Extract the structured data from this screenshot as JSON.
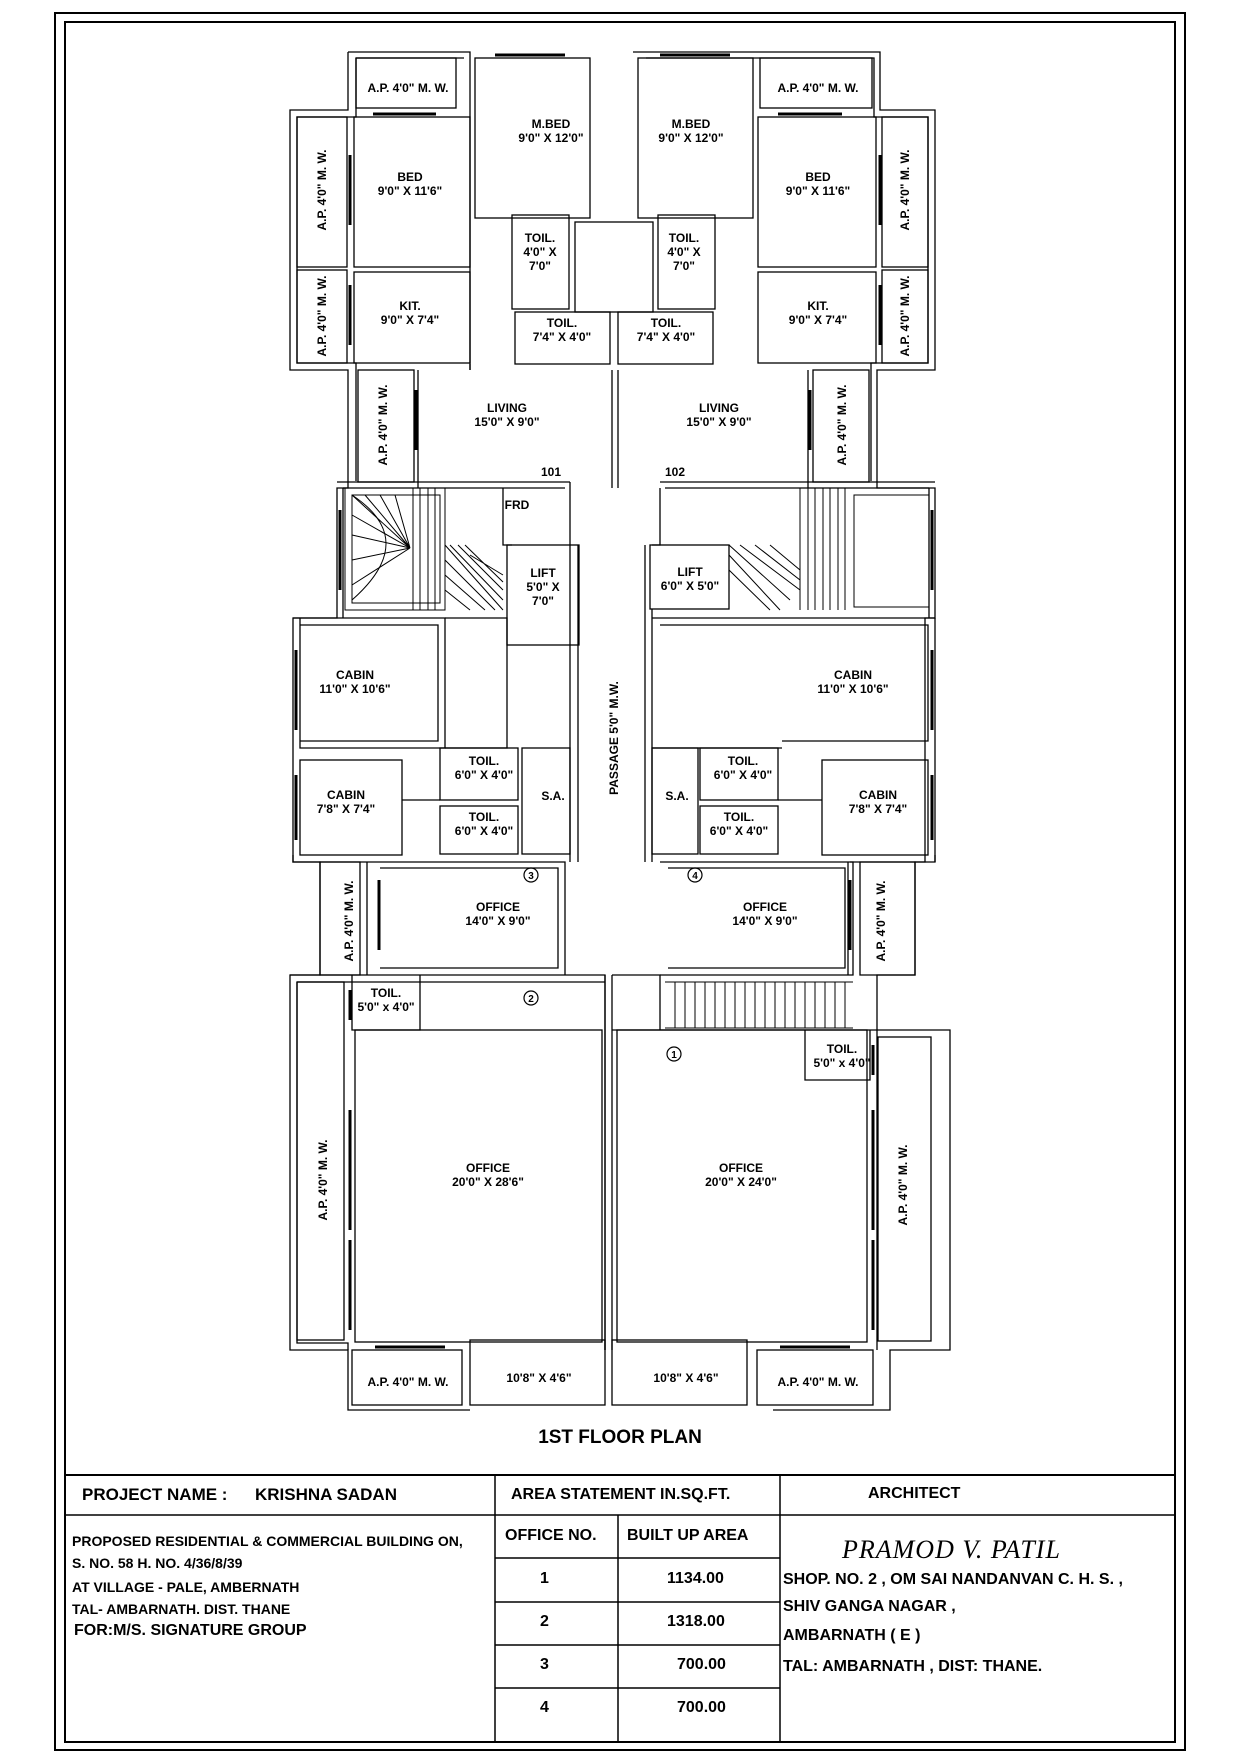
{
  "title": "1ST FLOOR PLAN",
  "rooms": [
    {
      "name": "A.P. 4'0\" M. W.",
      "dim": ""
    },
    {
      "name": "M.BED",
      "dim": "9'0\" X 12'0\""
    },
    {
      "name": "M.BED",
      "dim": "9'0\" X 12'0\""
    },
    {
      "name": "A.P. 4'0\" M. W.",
      "dim": ""
    },
    {
      "name": "A.P. 4'0\" M. W.",
      "dim": ""
    },
    {
      "name": "BED",
      "dim": "9'0\" X 11'6\""
    },
    {
      "name": "BED",
      "dim": "9'0\" X 11'6\""
    },
    {
      "name": "A.P. 4'0\" M. W.",
      "dim": ""
    },
    {
      "name": "TOIL.",
      "dim": "4'0\" X",
      "dim2": "7'0\""
    },
    {
      "name": "TOIL.",
      "dim": "4'0\" X",
      "dim2": "7'0\""
    },
    {
      "name": "A.P. 4'0\" M. W.",
      "dim": ""
    },
    {
      "name": "KIT.",
      "dim": "9'0\" X 7'4\""
    },
    {
      "name": "KIT.",
      "dim": "9'0\" X 7'4\""
    },
    {
      "name": "A.P. 4'0\" M. W.",
      "dim": ""
    },
    {
      "name": "TOIL.",
      "dim": "7'4\" X 4'0\""
    },
    {
      "name": "TOIL.",
      "dim": "7'4\" X 4'0\""
    },
    {
      "name": "A.P. 4'0\" M. W.",
      "dim": ""
    },
    {
      "name": "LIVING",
      "dim": "15'0\" X 9'0\""
    },
    {
      "name": "LIVING",
      "dim": "15'0\" X 9'0\""
    },
    {
      "name": "A.P. 4'0\" M. W.",
      "dim": ""
    },
    {
      "name": "FRD",
      "dim": ""
    },
    {
      "name": "LIFT",
      "dim": "5'0\" X",
      "dim2": "7'0\""
    },
    {
      "name": "LIFT",
      "dim": "6'0\" X 5'0\""
    },
    {
      "name": "CABIN",
      "dim": "11'0\" X 10'6\""
    },
    {
      "name": "CABIN",
      "dim": "11'0\" X 10'6\""
    },
    {
      "name": "PASSAGE 5'0\" M.W.",
      "dim": ""
    },
    {
      "name": "TOIL.",
      "dim": "6'0\" X 4'0\""
    },
    {
      "name": "TOIL.",
      "dim": "6'0\" X 4'0\""
    },
    {
      "name": "CABIN",
      "dim": "7'8\" X 7'4\""
    },
    {
      "name": "S.A.",
      "dim": ""
    },
    {
      "name": "S.A.",
      "dim": ""
    },
    {
      "name": "CABIN",
      "dim": "7'8\" X 7'4\""
    },
    {
      "name": "TOIL.",
      "dim": "6'0\" X 4'0\""
    },
    {
      "name": "TOIL.",
      "dim": "6'0\" X 4'0\""
    },
    {
      "name": "A.P. 4'0\" M. W.",
      "dim": ""
    },
    {
      "name": "OFFICE",
      "dim": "14'0\" X 9'0\""
    },
    {
      "name": "OFFICE",
      "dim": "14'0\" X 9'0\""
    },
    {
      "name": "A.P. 4'0\" M. W.",
      "dim": ""
    },
    {
      "name": "TOIL.",
      "dim": "5'0\" x 4'0\""
    },
    {
      "name": "TOIL.",
      "dim": "5'0\" x 4'0\""
    },
    {
      "name": "A.P. 4'0\" M. W.",
      "dim": ""
    },
    {
      "name": "OFFICE",
      "dim": "20'0\" X 28'6\""
    },
    {
      "name": "OFFICE",
      "dim": "20'0\" X 24'0\""
    },
    {
      "name": "A.P. 4'0\" M. W.",
      "dim": ""
    },
    {
      "name": "A.P. 4'0\" M. W.",
      "dim": ""
    },
    {
      "name": "",
      "dim": "10'8\" X 4'6\""
    },
    {
      "name": "",
      "dim": "10'8\" X 4'6\""
    },
    {
      "name": "A.P. 4'0\" M. W.",
      "dim": ""
    }
  ],
  "flat_numbers": [
    "101",
    "102"
  ],
  "office_markers": [
    "1",
    "2",
    "3",
    "4"
  ],
  "project": {
    "label": "PROJECT NAME :",
    "name": "KRISHNA SADAN",
    "lines": [
      "PROPOSED  RESIDENTIAL & COMMERCIAL BUILDING ON,",
      "S. NO. 58 H. NO. 4/36/8/39",
      "AT VILLAGE - PALE, AMBERNATH",
      "TAL- AMBARNATH. DIST. THANE"
    ],
    "for": "FOR:M/S. SIGNATURE GROUP"
  },
  "area_statement": {
    "title": "AREA STATEMENT IN.SQ.FT.",
    "col1": "OFFICE NO.",
    "col2": "BUILT UP AREA",
    "rows": [
      {
        "no": "1",
        "area": "1134.00"
      },
      {
        "no": "2",
        "area": "1318.00"
      },
      {
        "no": "3",
        "area": "700.00"
      },
      {
        "no": "4",
        "area": "700.00"
      }
    ]
  },
  "architect": {
    "label": "ARCHITECT",
    "name": "PRAMOD V. PATIL",
    "lines": [
      "SHOP. NO. 2 , OM SAI NANDANVAN C. H. S. ,",
      "SHIV GANGA NAGAR ,",
      "AMBARNATH ( E )",
      "TAL: AMBARNATH , DIST: THANE."
    ]
  }
}
